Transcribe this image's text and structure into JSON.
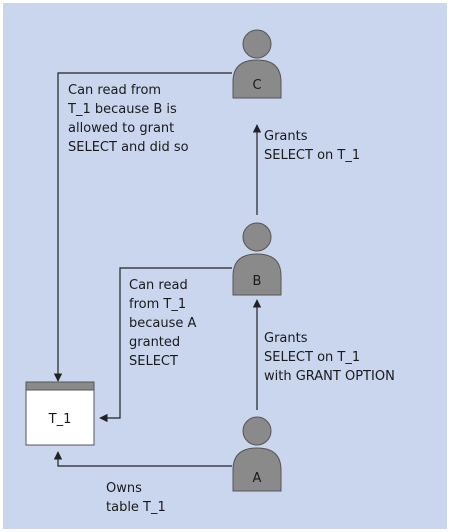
{
  "users": {
    "a": {
      "letter": "A"
    },
    "b": {
      "letter": "B"
    },
    "c": {
      "letter": "C"
    }
  },
  "table": {
    "name": "T_1"
  },
  "labels": {
    "c_read": [
      "Can read from",
      "T_1 because B is",
      "allowed to grant",
      "SELECT and did so"
    ],
    "grant_b_to_c": [
      "Grants",
      "SELECT on T_1"
    ],
    "b_read": [
      "Can read",
      "from T_1",
      "because A",
      "granted",
      "SELECT"
    ],
    "grant_a_to_b": [
      "Grants",
      "SELECT on T_1",
      "with GRANT OPTION"
    ],
    "owns": [
      "Owns",
      "table T_1"
    ]
  },
  "colors": {
    "background": "#c9d6ee",
    "person_fill": "#8a8a8a",
    "person_stroke": "#555555",
    "line": "#222222"
  }
}
